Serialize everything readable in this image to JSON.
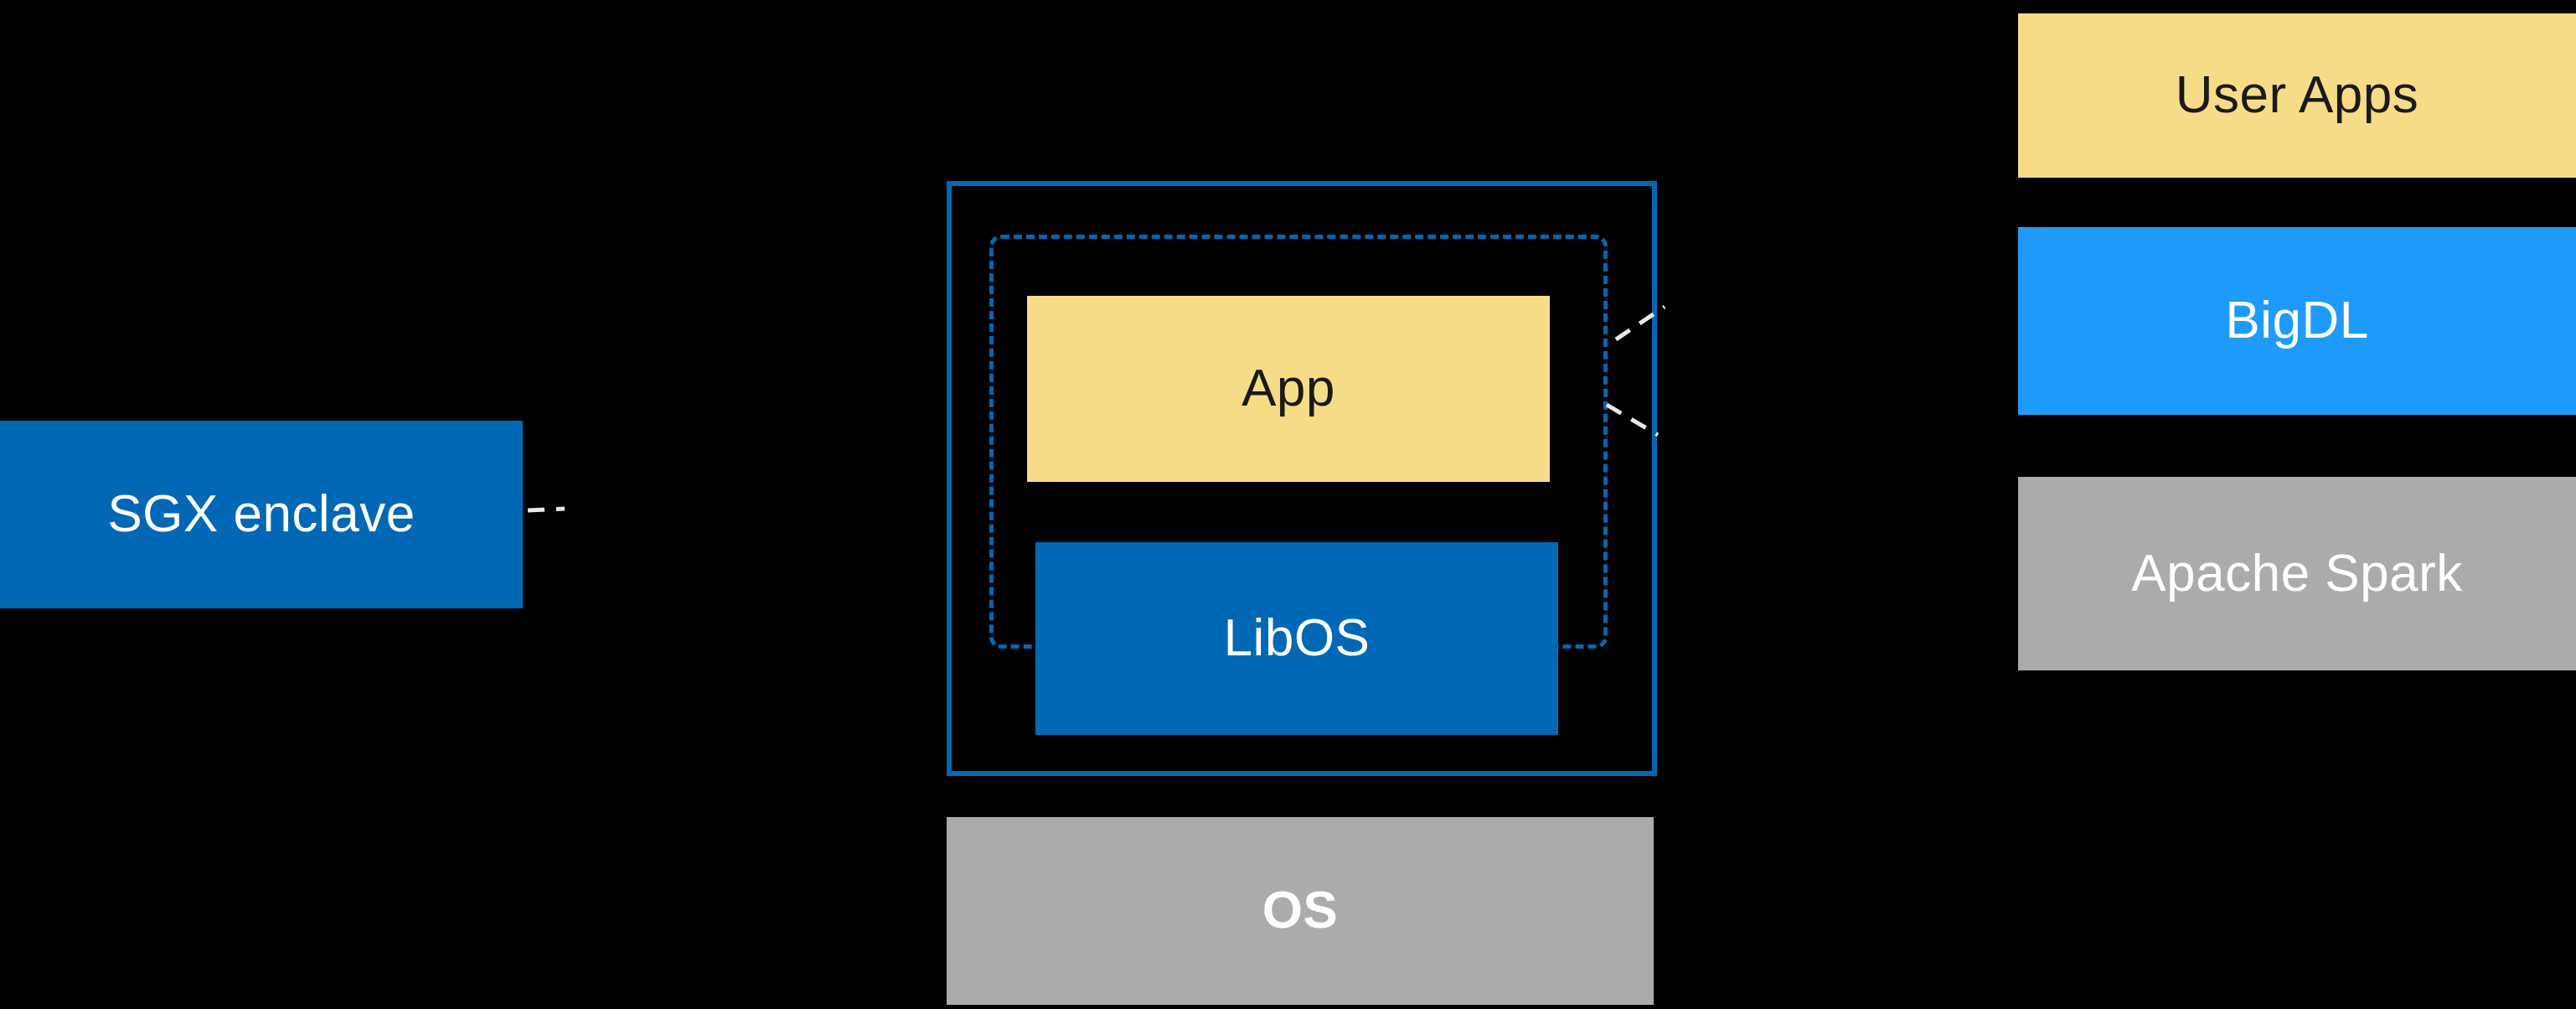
{
  "left": {
    "sgx_enclave_label": "SGX enclave"
  },
  "center": {
    "app_label": "App",
    "libos_label": "LibOS",
    "os_label": "OS"
  },
  "right_stack": {
    "items": [
      {
        "label": "User Apps",
        "variant": "yellow"
      },
      {
        "label": "BigDL",
        "variant": "bright_blue"
      },
      {
        "label": "Apache Spark",
        "variant": "gray"
      }
    ]
  },
  "colors": {
    "background": "#000000",
    "intel_blue": "#0068B5",
    "bright_blue": "#1E9BFA",
    "yellow": "#F7DC87",
    "gray": "#ABABAB",
    "dark_text": "#1A1A1A",
    "light_text": "#FFFFFF",
    "connector": "#E8E8E8"
  }
}
